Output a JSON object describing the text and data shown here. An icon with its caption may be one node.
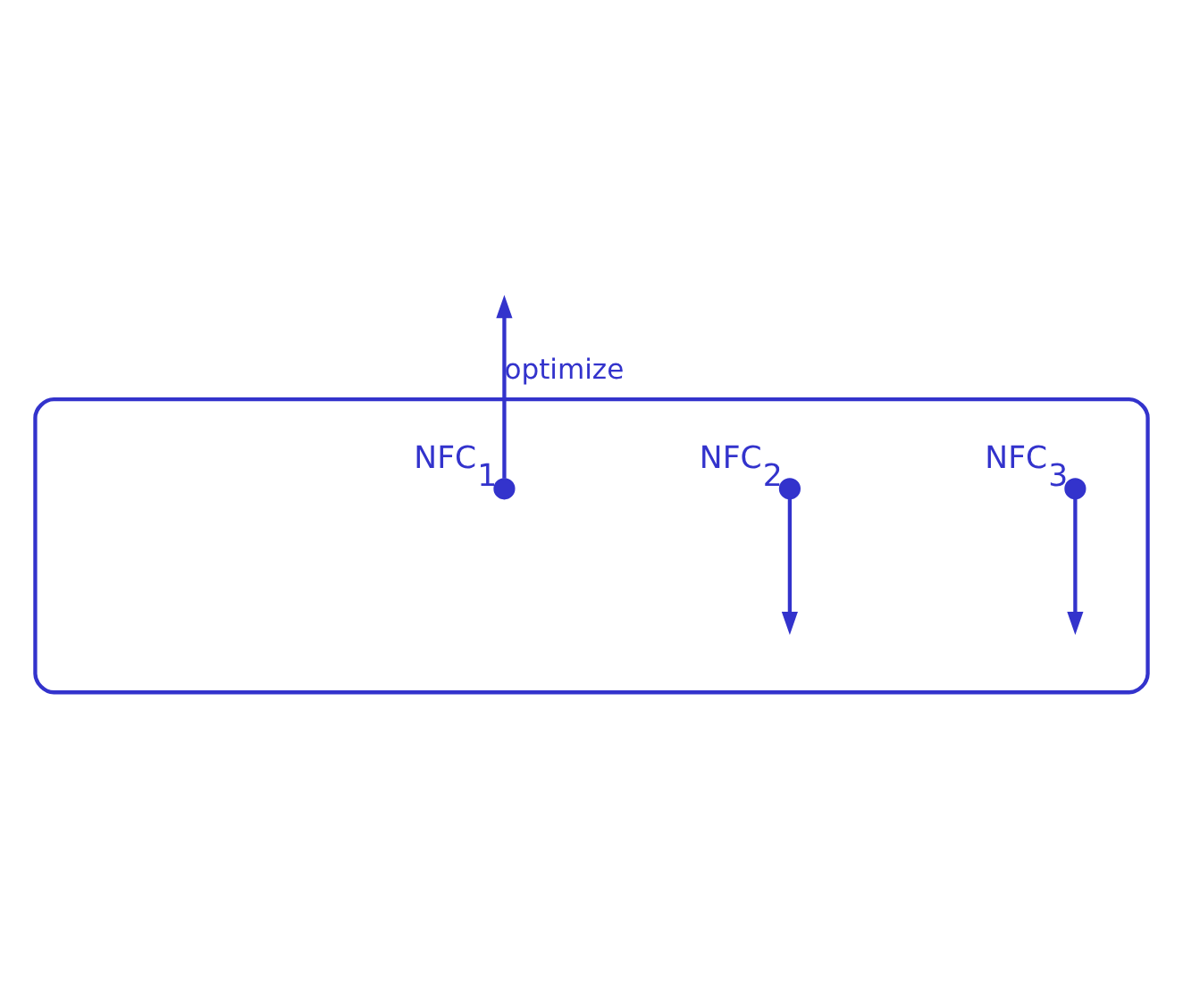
{
  "diagram": {
    "nodes": [
      {
        "text": [],
        "shape": "cloud"
      },
      {
        "text": [],
        "shape": "circle",
        "in": 0,
        "beside": [
          "NFC$_{1}$"
        ]
      },
      {
        "text": [],
        "shape": "circle",
        "in": 0,
        "beside": [
          "NFC$_{2}$"
        ]
      },
      {
        "text": [],
        "shape": "circle",
        "in": 0,
        "beside": [
          "NFC$_{3}$"
        ]
      }
    ],
    "edges": [
      {
        "from": 1,
        "to": null,
        "arrow": "to",
        "label": "optimize"
      },
      {
        "from": 2,
        "to": null,
        "arrow": "to"
      },
      {
        "from": 3,
        "to": null,
        "arrow": "to"
      }
    ]
  }
}
